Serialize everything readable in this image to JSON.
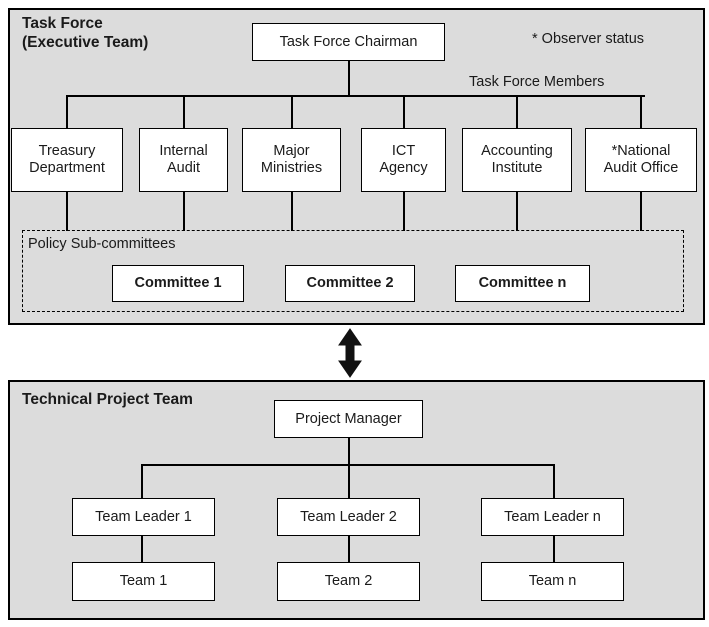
{
  "diagram": {
    "title": "Task Force and Technical Project Team organisation chart",
    "colors": {
      "panel_fill": "#dcdcdc",
      "node_fill": "#ffffff",
      "line": "#000000",
      "text": "#1a1a1a"
    }
  },
  "top_panel": {
    "title": "Task Force\n(Executive Team)",
    "footnote": "* Observer status",
    "members_label": "Task Force Members",
    "chairman": {
      "label": "Task Force Chairman"
    },
    "members": [
      {
        "label": "Treasury\nDepartment"
      },
      {
        "label": "Internal\nAudit"
      },
      {
        "label": "Major\nMinistries"
      },
      {
        "label": "ICT\nAgency"
      },
      {
        "label": "Accounting\nInstitute"
      },
      {
        "label": "*National\nAudit Office"
      }
    ],
    "subcommittees": {
      "label": "Policy Sub-committees",
      "items": [
        {
          "label": "Committee 1"
        },
        {
          "label": "Committee 2"
        },
        {
          "label": "Committee n"
        }
      ]
    }
  },
  "connector": {
    "name": "bidirectional-arrow",
    "direction": "both"
  },
  "bottom_panel": {
    "title": "Technical Project Team",
    "manager": {
      "label": "Project Manager"
    },
    "team_leaders": [
      {
        "label": "Team Leader 1"
      },
      {
        "label": "Team Leader 2"
      },
      {
        "label": "Team Leader n"
      }
    ],
    "teams": [
      {
        "label": "Team 1"
      },
      {
        "label": "Team 2"
      },
      {
        "label": "Team n"
      }
    ]
  }
}
